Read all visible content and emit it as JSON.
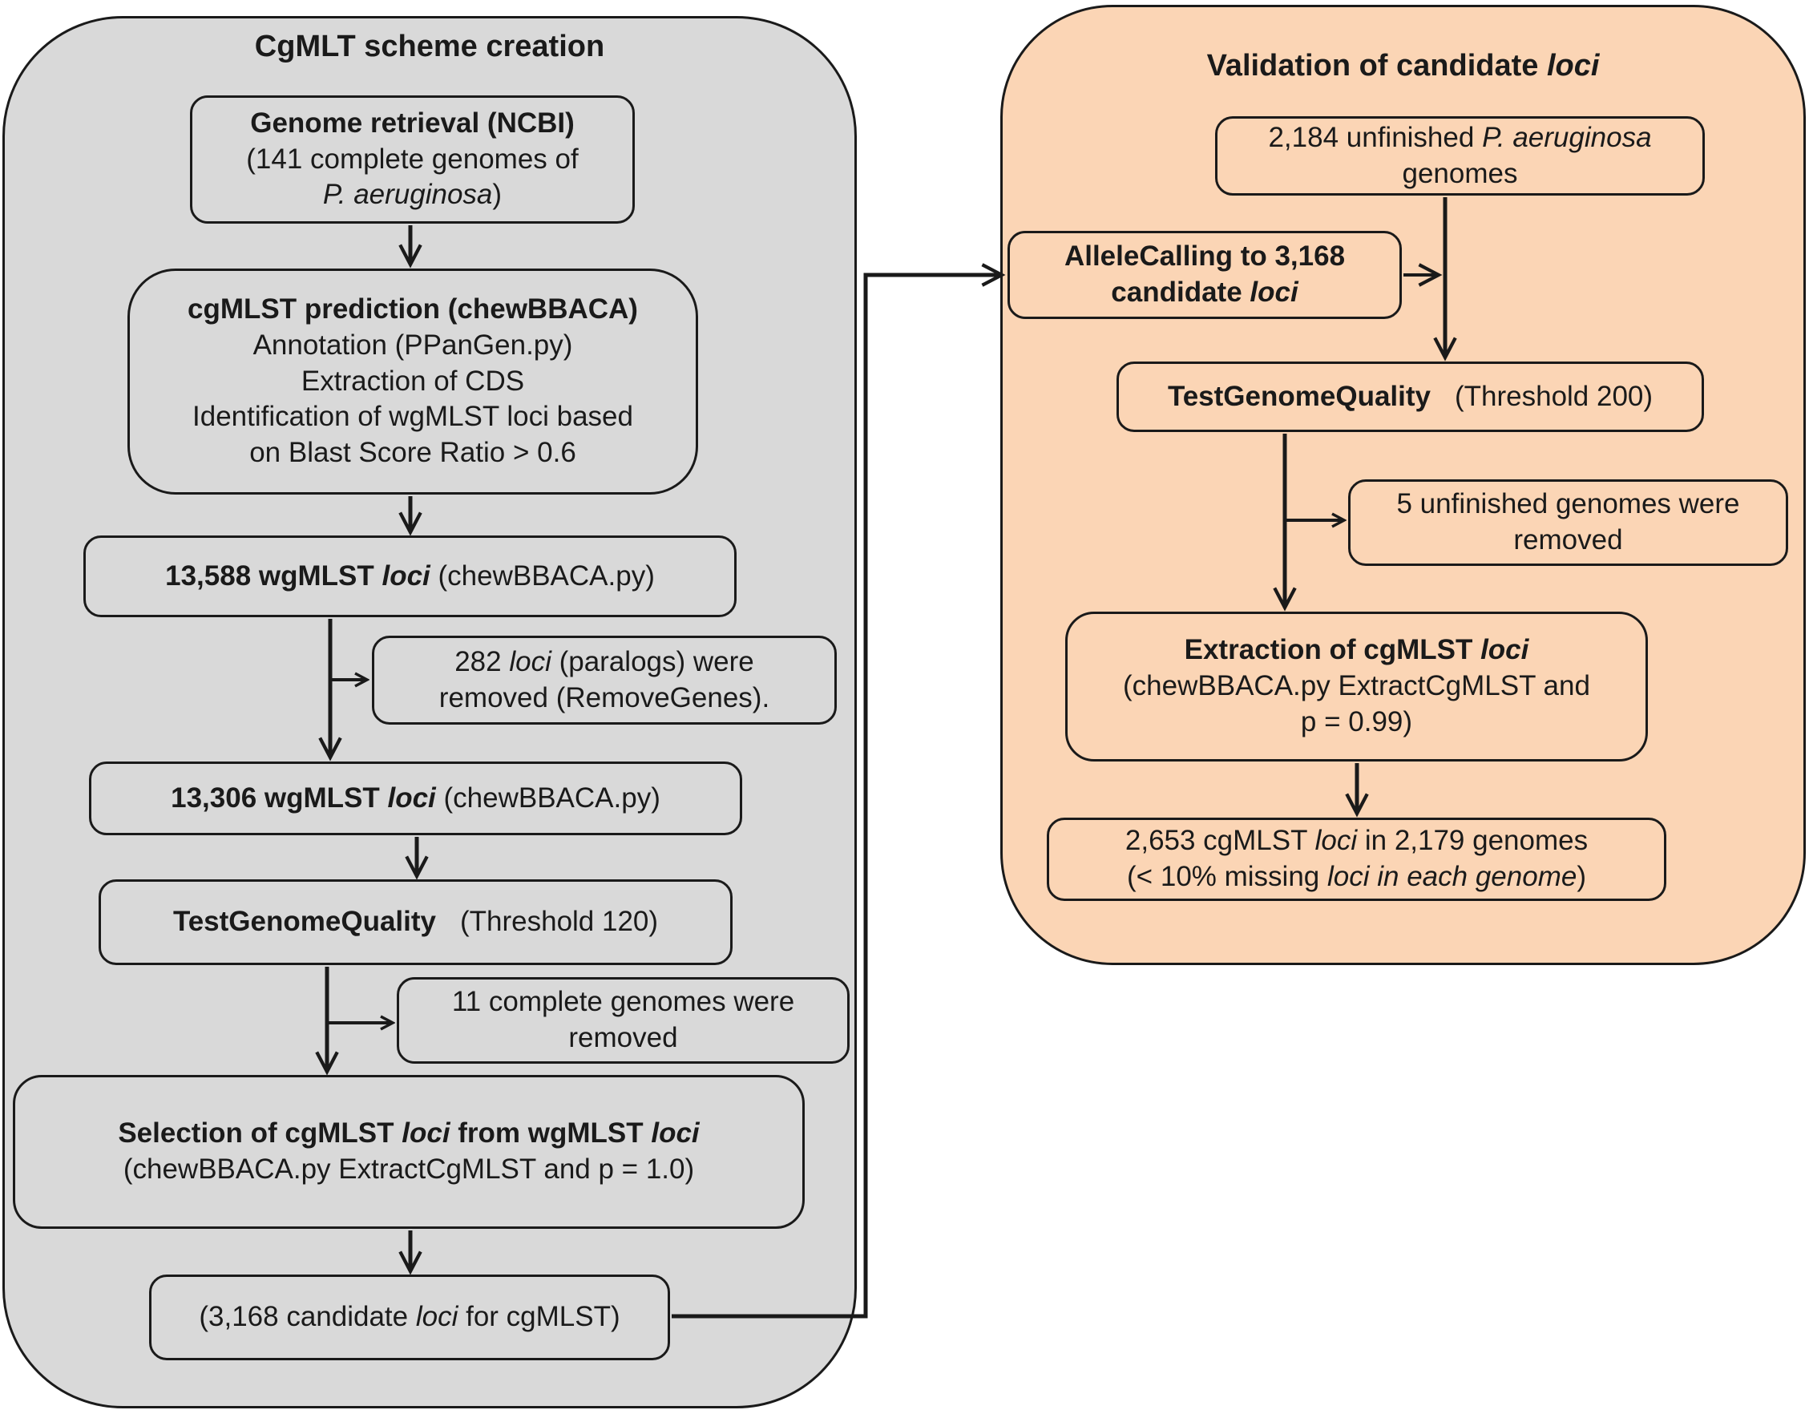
{
  "left_panel": {
    "title": "CgMLT scheme creation",
    "genome_retrieval": {
      "title": "Genome retrieval (NCBI)",
      "line2": "(141 complete genomes of",
      "line3_italic": "P. aeruginosa",
      "line3_end": ")"
    },
    "cgmlst_prediction": {
      "title": "cgMLST prediction (chewBBACA)",
      "line2": "Annotation (PPanGen.py)",
      "line3": "Extraction of CDS",
      "line4": "Identification of wgMLST loci based",
      "line5": "on Blast Score Ratio > 0.6"
    },
    "wgmlst_13588": {
      "bold": "13,588 wgMLST ",
      "bold_italic": "loci",
      "normal": " (chewBBACA.py)"
    },
    "paralogs_removed": {
      "start": "282 ",
      "italic": "loci",
      "end": " (paralogs) were",
      "line2": "removed (RemoveGenes)."
    },
    "wgmlst_13306": {
      "bold": "13,306 wgMLST ",
      "bold_italic": "loci",
      "normal": " (chewBBACA.py)"
    },
    "test_quality": {
      "bold": "TestGenomeQuality",
      "normal": "(Threshold 120)"
    },
    "complete_removed": {
      "line1": "11 complete genomes were",
      "line2": "removed"
    },
    "selection": {
      "bold1": "Selection of cgMLST ",
      "bold_italic": "loci",
      "bold2": " from wgMLST ",
      "bold_italic2": "loci",
      "line2": "(chewBBACA.py ExtractCgMLST and p = 1.0)"
    },
    "candidates": {
      "start": "(3,168 candidate ",
      "italic": "loci",
      "end": " for cgMLST)"
    }
  },
  "right_panel": {
    "title": "Validation of candidate ",
    "title_italic": "loci",
    "unfinished": {
      "start": "2,184 unfinished ",
      "italic": "P. aeruginosa",
      "line2": "genomes"
    },
    "allele_calling": {
      "line1": "AlleleCalling to 3,168",
      "line2_start": "candidate ",
      "line2_italic": "loci"
    },
    "test_quality": {
      "bold": "TestGenomeQuality",
      "normal": "(Threshold 200)"
    },
    "unfinished_removed": {
      "line1": "5 unfinished genomes were",
      "line2": "removed"
    },
    "extraction": {
      "bold": "Extraction of cgMLST ",
      "bold_italic": "loci",
      "line2": "(chewBBACA.py ExtractCgMLST and",
      "line3": "p = 0.99)"
    },
    "result": {
      "start": "2,653 cgMLST ",
      "italic": "loci",
      "end": " in 2,179 genomes",
      "line2_start": "(< 10% missing ",
      "line2_italic": "loci in each genome",
      "line2_end": ")"
    }
  }
}
